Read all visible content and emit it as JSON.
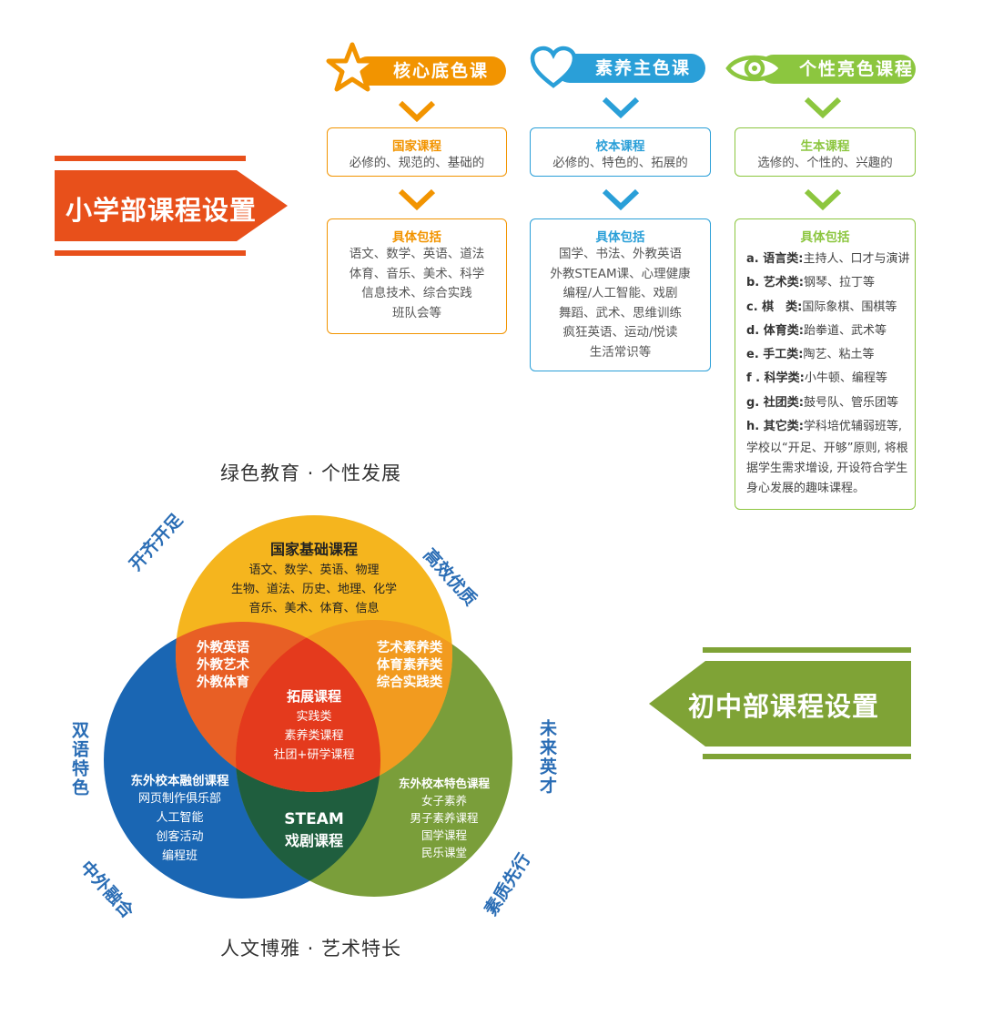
{
  "primary": {
    "banner_title": "小学部课程设置",
    "columns": [
      {
        "header": "核心底色课程",
        "icon": "star-icon",
        "color": "#f29400",
        "type_title": "国家课程",
        "type_desc": "必修的、规范的、基础的",
        "includes_title": "具体包括",
        "items": [
          "语文、数学、英语、道法",
          "体育、音乐、美术、科学",
          "信息技术、综合实践",
          "班队会等"
        ]
      },
      {
        "header": "素养主色课程",
        "icon": "heart-icon",
        "color": "#2a9fd8",
        "type_title": "校本课程",
        "type_desc": "必修的、特色的、拓展的",
        "includes_title": "具体包括",
        "items": [
          "国学、书法、外教英语",
          "外教STEAM课、心理健康",
          "编程/人工智能、戏剧",
          "舞蹈、武术、思维训练",
          "疯狂英语、运动/悦读",
          "生活常识等"
        ]
      },
      {
        "header": "个性亮色课程",
        "icon": "eye-icon",
        "color": "#8cc63f",
        "type_title": "生本课程",
        "type_desc": "选修的、个性的、兴趣的",
        "includes_title": "具体包括",
        "list": [
          {
            "label": "a. 语言类:",
            "text": "主持人、口才与演讲"
          },
          {
            "label": "b. 艺术类:",
            "text": "钢琴、拉丁等"
          },
          {
            "label": "c. 棋　类:",
            "text": "国际象棋、围棋等"
          },
          {
            "label": "d. 体育类:",
            "text": "跆拳道、武术等"
          },
          {
            "label": "e. 手工类:",
            "text": "陶艺、粘土等"
          },
          {
            "label": "f . 科学类:",
            "text": "小牛顿、编程等"
          },
          {
            "label": "g. 社团类:",
            "text": "鼓号队、管乐团等"
          },
          {
            "label": "h. 其它类:",
            "text": "学科培优辅弱班等,"
          }
        ],
        "note": [
          "学校以“开足、开够”原则, 将根",
          "据学生需求增设, 开设符合学生",
          "身心发展的趣味课程。"
        ]
      }
    ]
  },
  "middle": {
    "banner_title": "初中部课程设置",
    "slogan_top": "绿色教育 · 个性发展",
    "slogan_bottom": "人文博雅 · 艺术特长",
    "side_labels": {
      "top_left": "开齐开足",
      "top_right": "高效优质",
      "left": "双语特色",
      "right": "未来英才",
      "bottom_left": "中外融合",
      "bottom_right": "素质先行"
    },
    "circles": {
      "top": {
        "title": "国家基础课程",
        "lines": [
          "语文、数学、英语、物理",
          "生物、道法、历史、地理、化学",
          "音乐、美术、体育、信息"
        ],
        "color": "#f5b51e"
      },
      "left": {
        "title": "东外校本融创课程",
        "lines": [
          "网页制作俱乐部",
          "人工智能",
          "创客活动",
          "编程班"
        ],
        "color": "#1a66b3"
      },
      "right": {
        "title": "东外校本特色课程",
        "lines": [
          "女子素养",
          "男子素养课程",
          "国学课程",
          "民乐课堂"
        ],
        "color": "#7a9e3a"
      }
    },
    "overlaps": {
      "top_left": [
        "外教英语",
        "外教艺术",
        "外教体育"
      ],
      "top_right": [
        "艺术素养类",
        "体育素养类",
        "综合实践类"
      ],
      "bottom": [
        "STEAM",
        "戏剧课程"
      ],
      "center": {
        "title": "拓展课程",
        "lines": [
          "实践类",
          "素养类课程",
          "社团+研学课程"
        ]
      }
    }
  }
}
